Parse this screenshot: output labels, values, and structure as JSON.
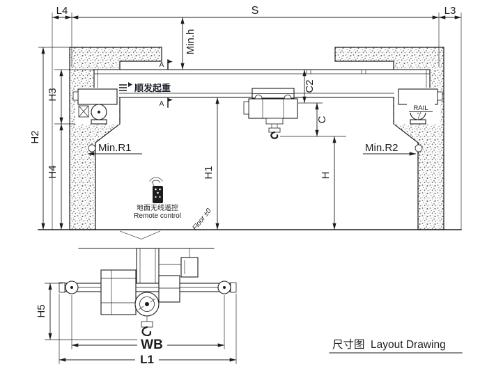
{
  "colors": {
    "ink": "#1c1c1c",
    "brand_text": "#20242c",
    "wall_speckle": "#8c8c8c",
    "background": "#ffffff"
  },
  "diagram": {
    "brand_label": "顺发起重",
    "section_mark": "A",
    "rail_label": "RAIL",
    "remote_label_cn": "地面无线遥控",
    "remote_label_en": "Remote control",
    "floor_label": "Floor ±0",
    "title_cn": "尺寸图",
    "title_en": "Layout Drawing",
    "dimensions": {
      "l4": "L4",
      "s": "S",
      "l3": "L3",
      "min_h": "Min.h",
      "h3": "H3",
      "h2": "H2",
      "h4": "H4",
      "c2": "C2",
      "c": "C",
      "h1": "H1",
      "h": "H",
      "min_r1": "Min.R1",
      "min_r2": "Min.R2",
      "h5": "H5",
      "wb": "WB",
      "l1": "L1"
    }
  }
}
